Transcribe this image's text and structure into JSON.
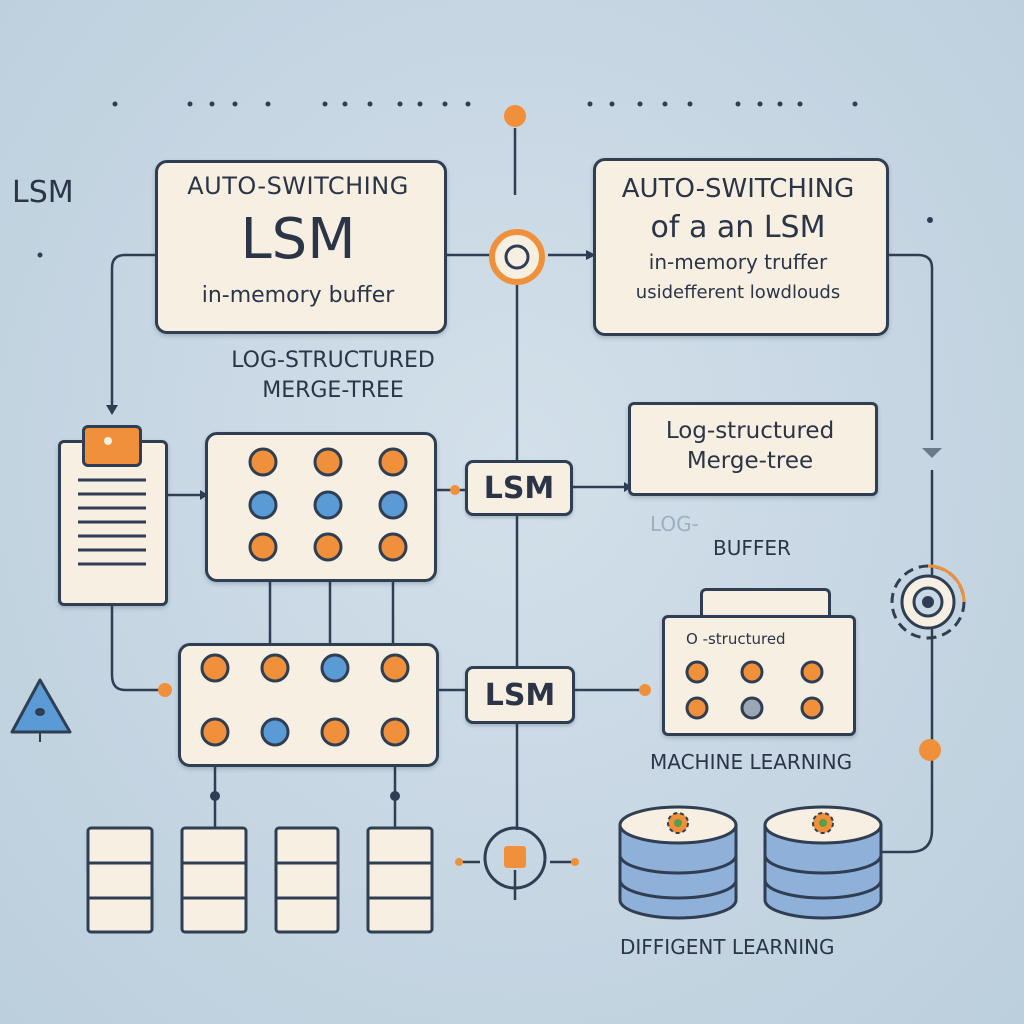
{
  "side_label": "LSM",
  "left_card": {
    "title": "AUTO-SWITCHING",
    "big": "LSM",
    "sub": "in-memory buffer"
  },
  "left_caption": {
    "line1": "LOG-STRUCTURED",
    "line2": "MERGE-TREE"
  },
  "right_card": {
    "line1": "AUTO-SWITCHING",
    "line2": "of a an LSM",
    "line3": "in-memory truffer",
    "line4": "usidefferent lowdlouds"
  },
  "right_mid_card": {
    "line1": "Log-structured",
    "line2": "Merge-tree"
  },
  "faded_label": "LOG-",
  "buffer_label": "BUFFER",
  "lsm_pill_1": "LSM",
  "lsm_pill_2": "LSM",
  "small_card_label": "O -structured",
  "machine_learning": "MACHINE LEARNING",
  "bottom_label": "DIFFIGENT LEARNING",
  "colors": {
    "orange": "#f0903a",
    "blue": "#5b9bd5",
    "navy": "#2f3e52",
    "cream": "#f7efe2",
    "db_blue": "#8fb0d8"
  }
}
